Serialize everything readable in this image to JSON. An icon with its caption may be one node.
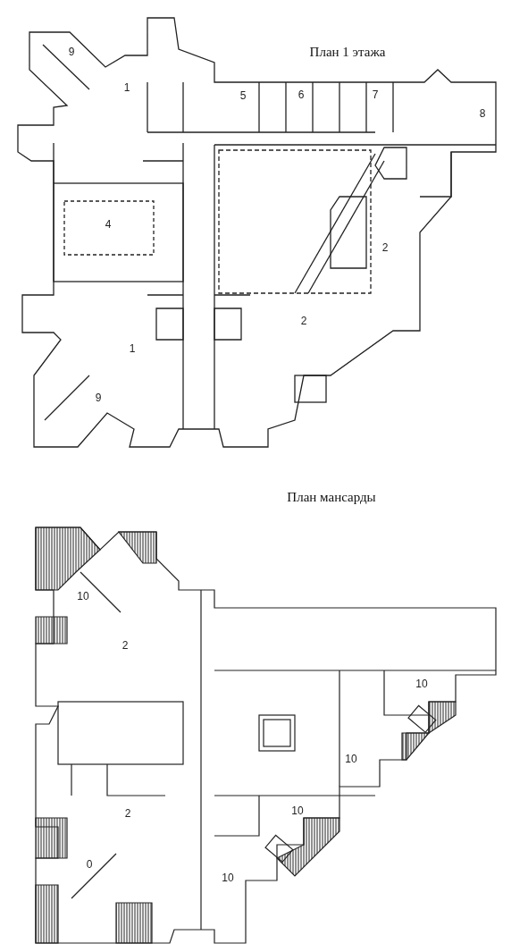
{
  "diagram": {
    "labels": [
      "План 1 этажа",
      "9",
      "1",
      "5",
      "6",
      "7",
      "8",
      "4",
      "2",
      "2",
      "1",
      "9",
      "План мансарды",
      "10",
      "2",
      "10",
      "10",
      "10",
      "2",
      "0",
      "10"
    ]
  }
}
